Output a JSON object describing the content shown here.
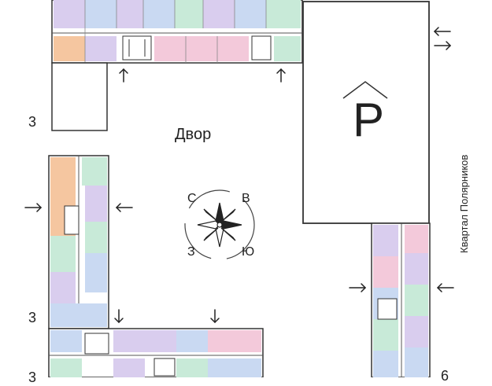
{
  "map": {
    "courtyard_label": "Двор",
    "street_label": "Квартал Полярников",
    "parking_symbol": "P",
    "compass": {
      "north": "С",
      "east": "В",
      "west": "З",
      "south": "Ю"
    },
    "floor_labels": [
      "3",
      "3",
      "3",
      "6"
    ]
  },
  "colors": {
    "outline": "#333333",
    "apartment_pink": "#f3c9da",
    "apartment_orange": "#f5c6a0",
    "apartment_blue": "#c9d9f2",
    "apartment_purple": "#d9cdee",
    "apartment_green": "#c8ead8",
    "corridor": "#ffffff"
  },
  "icons": [
    "entrance-arrow-icon",
    "compass-rose-icon",
    "parking-roof-icon"
  ]
}
